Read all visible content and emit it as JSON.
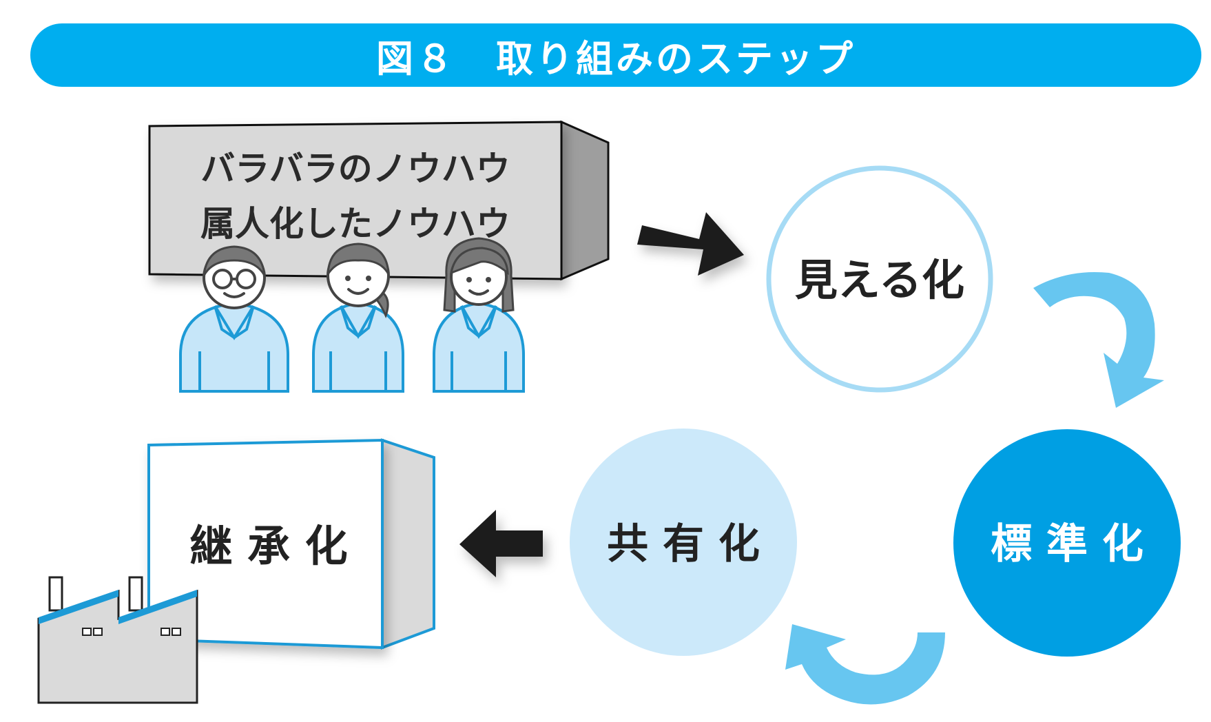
{
  "title": "図８　取り組みのステップ",
  "knowhow_box": {
    "line1": "バラバラのノウハウ",
    "line2": "属人化したノウハウ"
  },
  "steps": {
    "visualize": "見える化",
    "standardize": "標 準 化",
    "share": "共 有 化",
    "inherit": "継 承 化"
  },
  "colors": {
    "title_bar": "#00AEEF",
    "light_ring": "#A6DBF5",
    "light_fill": "#CCE9FA",
    "dark_fill": "#009FE3",
    "cycle_arrow": "#5FC3EF",
    "gray_box": "#D9D9D9",
    "gray_side": "#9E9E9E",
    "shirt": "#C6E6F9",
    "outline_blue": "#1D9AD6"
  }
}
